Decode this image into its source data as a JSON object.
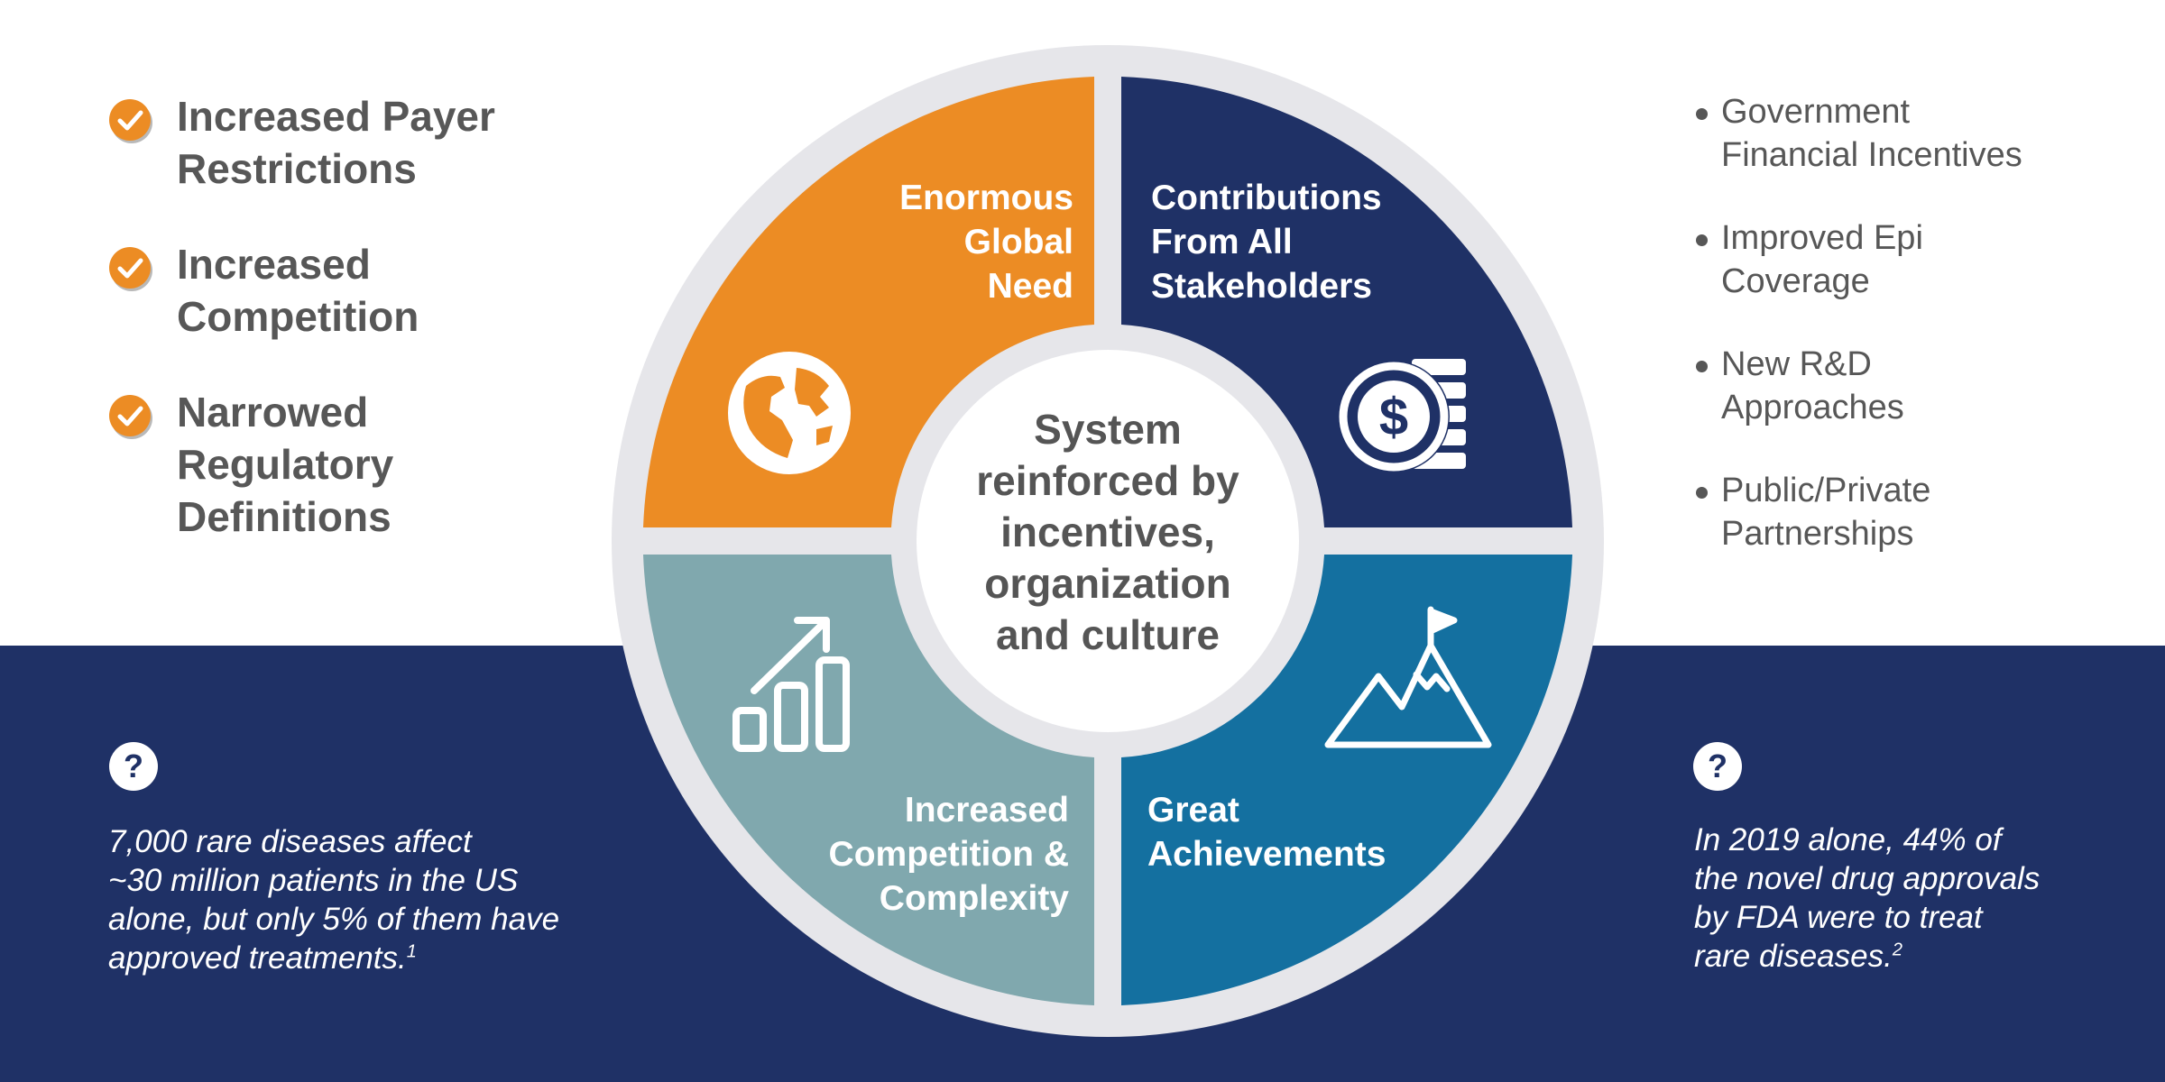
{
  "colors": {
    "orange": "#ec8c24",
    "navy": "#1f3166",
    "steel_blue": "#1470a0",
    "teal_gray": "#80a8ae",
    "ring_gray": "#e6e6ea",
    "text_gray": "#575757"
  },
  "left_list": {
    "icon": "check-circle-icon",
    "items": [
      {
        "label": "Increased Payer\nRestrictions"
      },
      {
        "label": "Increased\nCompetition"
      },
      {
        "label": "Narrowed\nRegulatory\nDefinitions"
      }
    ]
  },
  "right_list": {
    "items": [
      {
        "label": "Government\nFinancial Incentives"
      },
      {
        "label": "Improved Epi\nCoverage"
      },
      {
        "label": "New R&D\nApproaches"
      },
      {
        "label": "Public/Private\nPartnerships"
      }
    ]
  },
  "wheel": {
    "center": "System\nreinforced by\nincentives,\norganization\nand culture",
    "quadrants": [
      {
        "label": "Enormous\nGlobal\nNeed",
        "icon": "globe-icon"
      },
      {
        "label": "Contributions\nFrom All\nStakeholders",
        "icon": "dollar-coins-icon"
      },
      {
        "label": "Increased\nCompetition &\nComplexity",
        "icon": "growth-chart-icon"
      },
      {
        "label": "Great\nAchievements",
        "icon": "mountain-flag-icon"
      }
    ]
  },
  "facts": {
    "icon": "question-icon",
    "left": {
      "text": "7,000 rare diseases affect\n~30 million patients in the US\nalone, but only 5% of them have\napproved treatments.",
      "footnote": "1"
    },
    "right": {
      "text": "In 2019 alone, 44% of\nthe novel drug approvals\nby FDA were to treat\nrare diseases.",
      "footnote": "2"
    }
  }
}
